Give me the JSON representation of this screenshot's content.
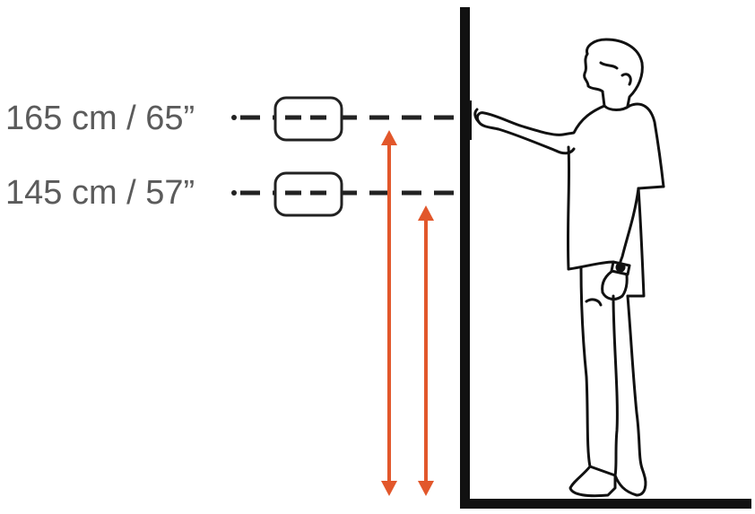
{
  "heights": {
    "upper": {
      "label": "165 cm / 65”"
    },
    "lower": {
      "label": "145 cm / 57”"
    }
  },
  "colors": {
    "arrow": "#e2572b",
    "line": "#222222",
    "text": "#5b5b5b"
  },
  "icons": [
    "wall",
    "floor",
    "reader-device",
    "standing-person",
    "height-arrow"
  ]
}
